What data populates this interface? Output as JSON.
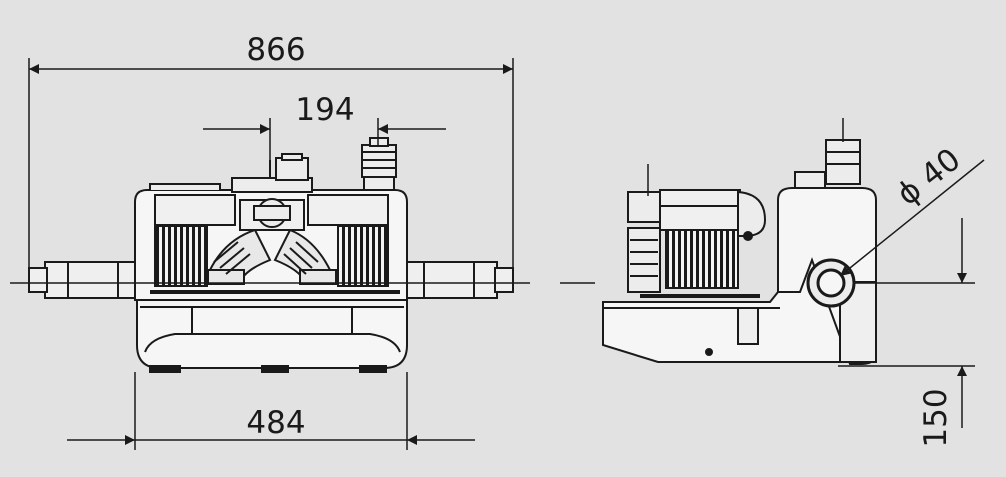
{
  "drawing": {
    "background": "#e2e2e3",
    "line_color": "#1a1a1a",
    "body_color": "#f6f6f6",
    "dimensions": {
      "overall_width": "866",
      "outlet_spacing": "194",
      "base_width": "484",
      "inlet_diameter": "ϕ 40",
      "inlet_height": "150"
    }
  }
}
